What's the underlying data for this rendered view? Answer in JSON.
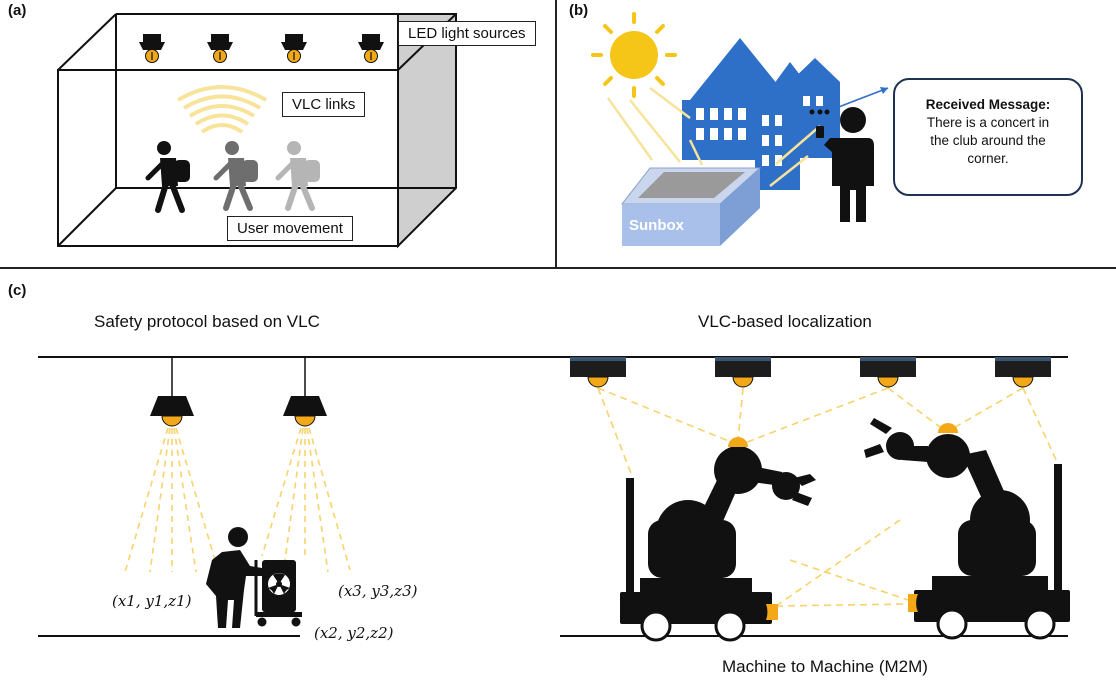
{
  "panels": {
    "a": {
      "tag": "(a)",
      "led_label": "LED light sources",
      "vlc_label": "VLC links",
      "user_label": "User movement"
    },
    "b": {
      "tag": "(b)",
      "sunbox_label": "Sunbox",
      "message_title": "Received Message:",
      "message_lines": [
        "There is a concert in",
        "the club around the",
        "corner."
      ]
    },
    "c": {
      "tag": "(c)",
      "safety_caption": "Safety protocol based on VLC",
      "localization_caption": "VLC-based localization",
      "m2m_caption": "Machine to Machine (M2M)",
      "coords": [
        "(x1, y1,z1)",
        "(x2, y2,z2)",
        "(x3, y3,z3)"
      ]
    }
  },
  "colors": {
    "building_blue": "#2e6fc7",
    "sun_yellow": "#f5c518",
    "light_beam": "#f7e39a",
    "bulb_orange": "#f2a817",
    "sunbox_blue": "#a9c1ea",
    "message_border": "#1f3350"
  }
}
